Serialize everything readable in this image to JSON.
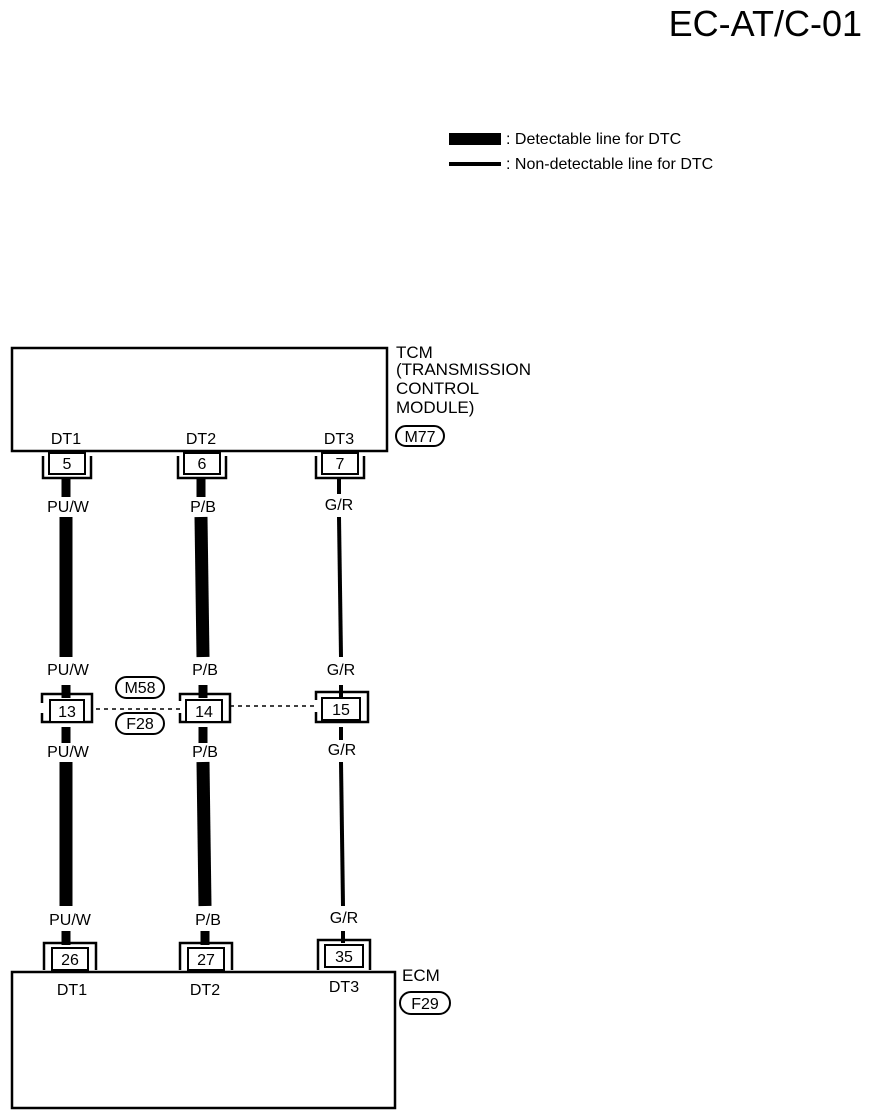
{
  "page_code": "EC-AT/C-01",
  "legend": {
    "detectable": ": Detectable line for DTC",
    "non_detectable": ": Non-detectable line for DTC"
  },
  "tcm": {
    "title_lines": [
      "TCM",
      "(TRANSMISSION",
      "CONTROL",
      "MODULE)"
    ],
    "connector_id": "M77",
    "pins": [
      {
        "label": "DT1",
        "number": "5"
      },
      {
        "label": "DT2",
        "number": "6"
      },
      {
        "label": "DT3",
        "number": "7"
      }
    ]
  },
  "joint_connector": {
    "ids": [
      "M58",
      "F28"
    ],
    "pins": [
      "13",
      "14",
      "15"
    ]
  },
  "ecm": {
    "title": "ECM",
    "connector_id": "F29",
    "pins": [
      {
        "label": "DT1",
        "number": "26"
      },
      {
        "label": "DT2",
        "number": "27"
      },
      {
        "label": "DT3",
        "number": "35"
      }
    ]
  },
  "wires": [
    {
      "line_type": "detectable",
      "colors": [
        "PU/W",
        "PU/W",
        "PU/W",
        "PU/W"
      ]
    },
    {
      "line_type": "detectable",
      "colors": [
        "P/B",
        "P/B",
        "P/B",
        "P/B"
      ]
    },
    {
      "line_type": "non-detectable",
      "colors": [
        "G/R",
        "G/R",
        "G/R",
        "G/R"
      ]
    }
  ]
}
